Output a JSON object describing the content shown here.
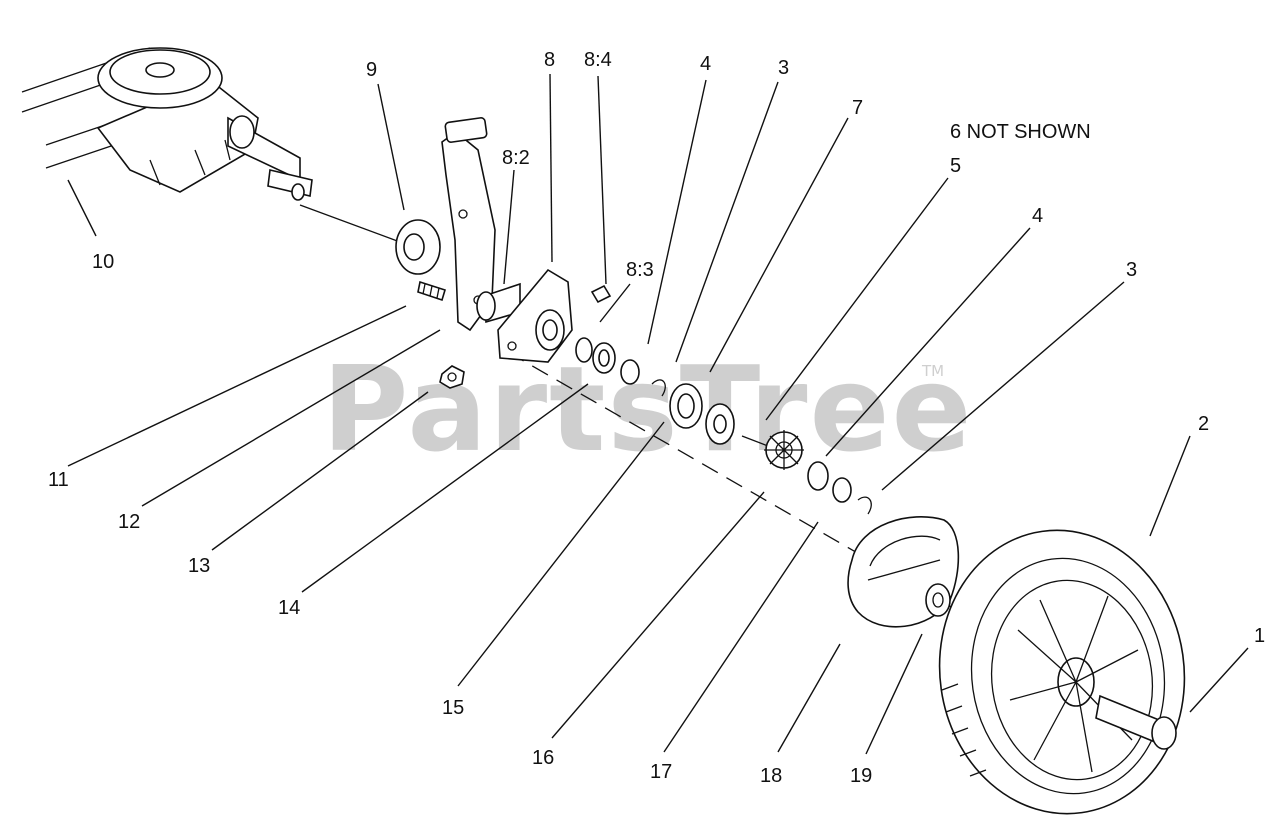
{
  "note": "6 NOT SHOWN",
  "watermark": "PartsTree",
  "trademark": "TM",
  "callouts": [
    {
      "id": "c1",
      "text": "1"
    },
    {
      "id": "c2",
      "text": "2"
    },
    {
      "id": "c3a",
      "text": "3"
    },
    {
      "id": "c3b",
      "text": "3"
    },
    {
      "id": "c4a",
      "text": "4"
    },
    {
      "id": "c4b",
      "text": "4"
    },
    {
      "id": "c5",
      "text": "5"
    },
    {
      "id": "c7",
      "text": "7"
    },
    {
      "id": "c8",
      "text": "8"
    },
    {
      "id": "c82",
      "text": "8:2"
    },
    {
      "id": "c83",
      "text": "8:3"
    },
    {
      "id": "c84",
      "text": "8:4"
    },
    {
      "id": "c9",
      "text": "9"
    },
    {
      "id": "c10",
      "text": "10"
    },
    {
      "id": "c11",
      "text": "11"
    },
    {
      "id": "c12",
      "text": "12"
    },
    {
      "id": "c13",
      "text": "13"
    },
    {
      "id": "c14",
      "text": "14"
    },
    {
      "id": "c15",
      "text": "15"
    },
    {
      "id": "c16",
      "text": "16"
    },
    {
      "id": "c17",
      "text": "17"
    },
    {
      "id": "c18",
      "text": "18"
    },
    {
      "id": "c19",
      "text": "19"
    }
  ]
}
